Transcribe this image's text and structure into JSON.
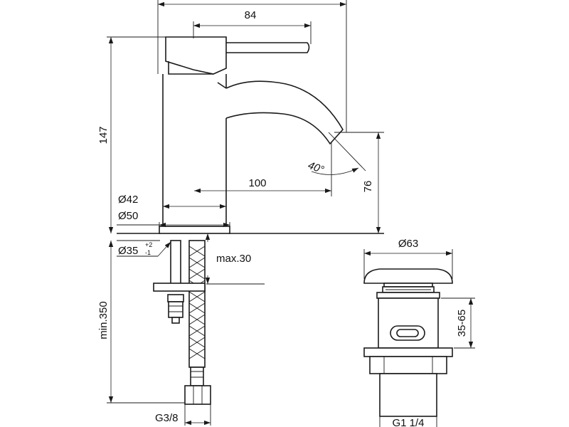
{
  "dimensions": {
    "width_84": "84",
    "height_147": "147",
    "reach_100": "100",
    "spout_height_76": "76",
    "angle_40": "40°",
    "base_d42": "Ø42",
    "base_d50": "Ø50",
    "hole_d35": "Ø35",
    "hole_d35_tol_plus": "+2",
    "hole_d35_tol_minus": "-1",
    "max_30": "max.30",
    "min_350": "min.350",
    "thread_g38": "G3/8",
    "waste_d63": "Ø63",
    "waste_35_65": "35-65",
    "thread_g114": "G1 1/4"
  }
}
